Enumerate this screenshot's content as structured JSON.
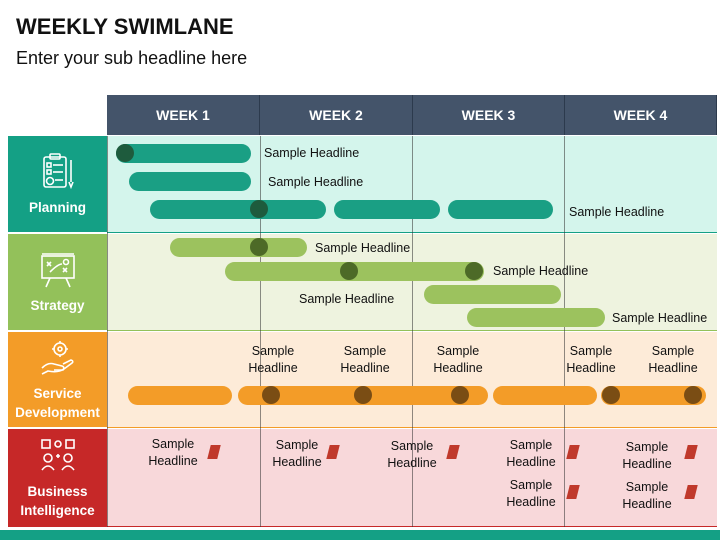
{
  "title": "WEEKLY SWIMLANE",
  "subtitle": "Enter your sub headline here",
  "weeks": [
    "WEEK 1",
    "WEEK 2",
    "WEEK 3",
    "WEEK 4"
  ],
  "lanes": [
    {
      "label": "Planning",
      "color": "#14a085",
      "bg": "#d4f5ec",
      "icon": "checklist-icon"
    },
    {
      "label": "Strategy",
      "color": "#93c15a",
      "bg": "#eef3df",
      "icon": "strategy-board-icon"
    },
    {
      "label": "Service Development",
      "color": "#f39c28",
      "bg": "#fdebd8",
      "icon": "hand-gear-icon"
    },
    {
      "label": "Business Intelligence",
      "color": "#c62828",
      "bg": "#f8d8da",
      "icon": "analytics-people-icon"
    }
  ],
  "planning": {
    "labels": [
      "Sample Headline",
      "Sample Headline",
      "Sample Headline"
    ],
    "bar_color": "#1a9f84",
    "dot_color": "#1e5b3d"
  },
  "strategy": {
    "labels": [
      "Sample Headline",
      "Sample Headline",
      "Sample Headline",
      "Sample Headline"
    ],
    "bar_color": "#9cc25e",
    "dot_color": "#4d6a27"
  },
  "service": {
    "labels": [
      "Sample Headline",
      "Sample Headline",
      "Sample Headline",
      "Sample Headline",
      "Sample Headline"
    ],
    "bar_color": "#f39c28",
    "dot_color": "#7a4d14"
  },
  "bi": {
    "labels": [
      "Sample Headline",
      "Sample Headline",
      "Sample Headline",
      "Sample Headline",
      "Sample Headline",
      "Sample Headline",
      "Sample Headline"
    ],
    "flag_color": "#c62828"
  }
}
